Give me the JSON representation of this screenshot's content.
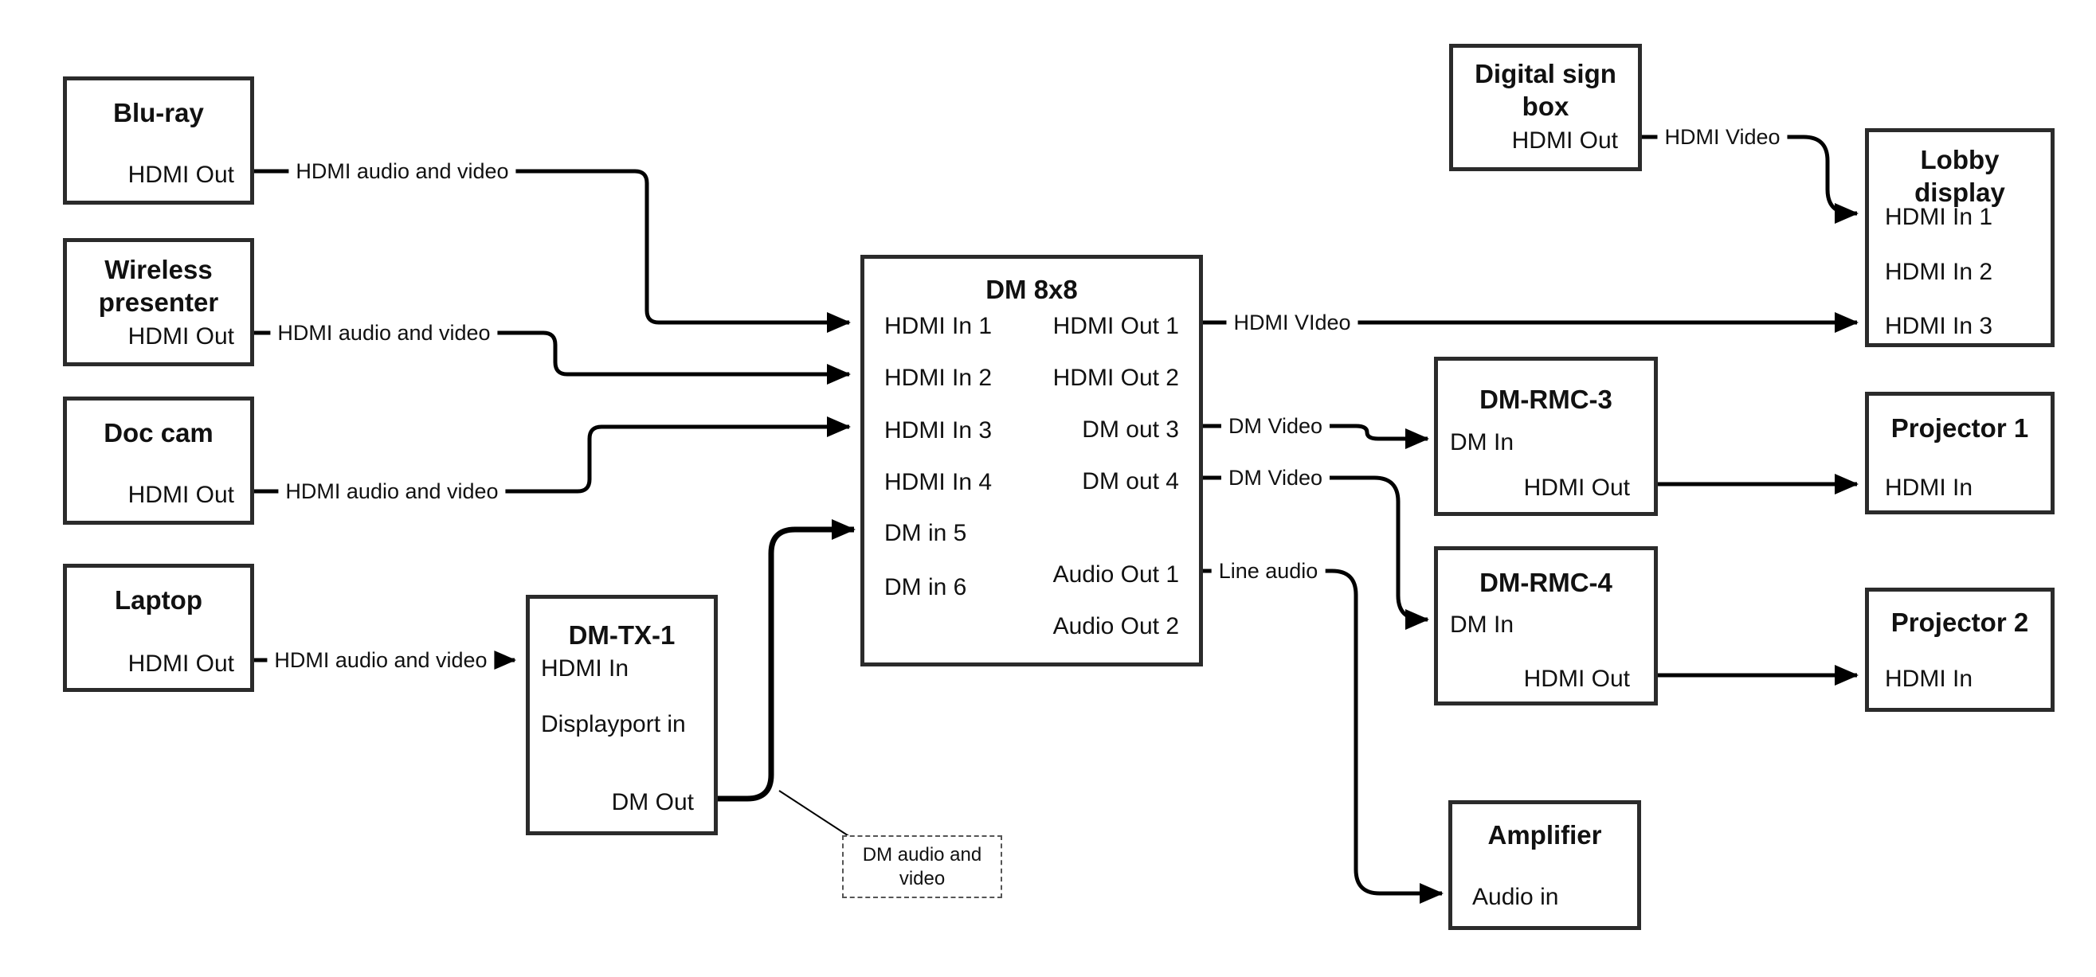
{
  "nodes": {
    "bluray": {
      "title": "Blu-ray",
      "ports": {
        "hdmi_out": "HDMI Out"
      }
    },
    "wireless": {
      "title_line1": "Wireless",
      "title_line2": "presenter",
      "ports": {
        "hdmi_out": "HDMI Out"
      }
    },
    "doccam": {
      "title": "Doc cam",
      "ports": {
        "hdmi_out": "HDMI Out"
      }
    },
    "laptop": {
      "title": "Laptop",
      "ports": {
        "hdmi_out": "HDMI Out"
      }
    },
    "dmtx1": {
      "title": "DM-TX-1",
      "ports": {
        "hdmi_in": "HDMI In",
        "displayport_in": "Displayport in",
        "dm_out": "DM Out"
      }
    },
    "dm8x8": {
      "title": "DM 8x8",
      "ports": {
        "hdmi_in_1": "HDMI In 1",
        "hdmi_in_2": "HDMI In 2",
        "hdmi_in_3": "HDMI In 3",
        "hdmi_in_4": "HDMI In 4",
        "dm_in_5": "DM in 5",
        "dm_in_6": "DM in 6",
        "hdmi_out_1": "HDMI Out 1",
        "hdmi_out_2": "HDMI Out 2",
        "dm_out_3": "DM out 3",
        "dm_out_4": "DM out 4",
        "audio_out_1": "Audio Out 1",
        "audio_out_2": "Audio Out 2"
      }
    },
    "digitalsign": {
      "title_line1": "Digital sign",
      "title_line2": "box",
      "ports": {
        "hdmi_out": "HDMI Out"
      }
    },
    "lobby": {
      "title_line1": "Lobby",
      "title_line2": "display",
      "ports": {
        "hdmi_in_1": "HDMI In 1",
        "hdmi_in_2": "HDMI In 2",
        "hdmi_in_3": "HDMI In 3"
      }
    },
    "dmrmc3": {
      "title": "DM-RMC-3",
      "ports": {
        "dm_in": "DM In",
        "hdmi_out": "HDMI Out"
      }
    },
    "proj1": {
      "title": "Projector 1",
      "ports": {
        "hdmi_in": "HDMI In"
      }
    },
    "dmrmc4": {
      "title": "DM-RMC-4",
      "ports": {
        "dm_in": "DM In",
        "hdmi_out": "HDMI Out"
      }
    },
    "proj2": {
      "title": "Projector 2",
      "ports": {
        "hdmi_in": "HDMI In"
      }
    },
    "amplifier": {
      "title": "Amplifier",
      "ports": {
        "audio_in": "Audio in"
      }
    }
  },
  "wire_labels": {
    "bluray_wire": "HDMI audio and video",
    "wireless_wire": "HDMI audio and video",
    "doccam_wire": "HDMI audio and video",
    "laptop_wire": "HDMI audio and video",
    "hdmi_out1_wire": "HDMI VIdeo",
    "signbox_wire": "HDMI Video",
    "dm_out3_wire": "DM Video",
    "dm_out4_wire": "DM Video",
    "audio_wire": "Line audio"
  },
  "note": {
    "line1": "DM audio and",
    "line2": "video"
  },
  "colors": {
    "background": "#ffffff",
    "box_border": "#2b2b2b",
    "wire": "#000000",
    "text": "#111111"
  }
}
